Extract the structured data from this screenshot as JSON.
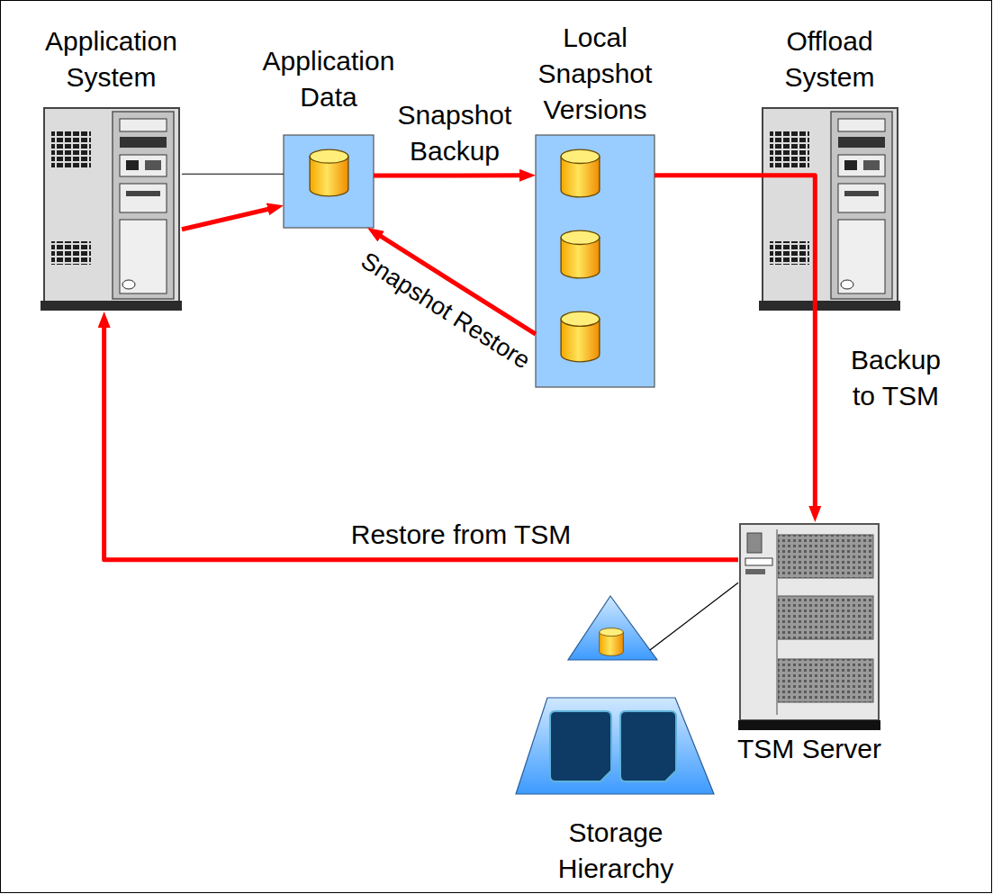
{
  "diagram": {
    "nodes": [
      {
        "text": [
          "Application System"
        ]
      },
      {
        "text": [
          "Application Data"
        ]
      },
      {
        "text": [
          "Local Snapshot Versions"
        ]
      },
      {
        "text": [
          "Offload System"
        ]
      },
      {
        "text": [
          "TSM Server"
        ]
      },
      {
        "text": [
          "Storage Hierarchy"
        ]
      }
    ],
    "edges": [
      {
        "from": 0,
        "to": 1,
        "arrow": "to"
      },
      {
        "from": 0,
        "to": 1,
        "arrow": "none"
      },
      {
        "from": 1,
        "to": 2,
        "arrow": "to",
        "label": "Snapshot Backup"
      },
      {
        "from": 2,
        "to": 1,
        "arrow": "to",
        "label": "Snapshot Restore"
      },
      {
        "from": 2,
        "to": 4,
        "arrow": "to",
        "label": "Backup to TSM"
      },
      {
        "from": 4,
        "to": 0,
        "arrow": "to",
        "label": "Restore from TSM"
      },
      {
        "from": 4,
        "to": 5,
        "arrow": "none"
      }
    ]
  }
}
